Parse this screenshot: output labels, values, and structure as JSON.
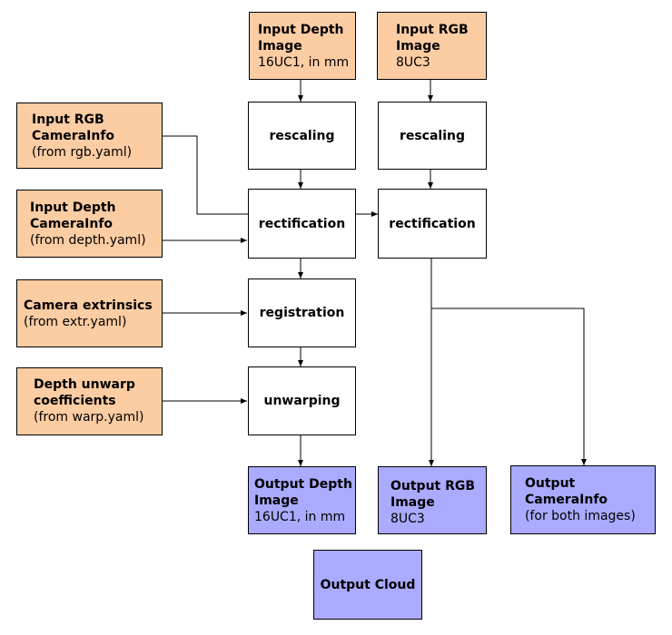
{
  "inputs": {
    "depth_image": {
      "title": "Input Depth\nImage",
      "sub": "16UC1, in mm"
    },
    "rgb_image": {
      "title": "Input RGB\nImage",
      "sub": "8UC3"
    },
    "rgb_camerainfo": {
      "title": "Input RGB\nCameraInfo",
      "sub": "(from rgb.yaml)"
    },
    "depth_camerainfo": {
      "title": "Input Depth\nCameraInfo",
      "sub": "(from depth.yaml)"
    },
    "extrinsics": {
      "title": "Camera extrinsics",
      "sub": "(from extr.yaml)"
    },
    "unwarp": {
      "title": "Depth unwarp\ncoefficients",
      "sub": "(from warp.yaml)"
    }
  },
  "processes": {
    "depth_rescaling": "rescaling",
    "rgb_rescaling": "rescaling",
    "depth_rectification": "rectification",
    "rgb_rectification": "rectification",
    "registration": "registration",
    "unwarping": "unwarping"
  },
  "outputs": {
    "depth_image": {
      "title": "Output Depth\nImage",
      "sub": "16UC1, in mm"
    },
    "rgb_image": {
      "title": "Output RGB\nImage",
      "sub": "8UC3"
    },
    "camerainfo": {
      "title": "Output\nCameraInfo",
      "sub": "(for both images)"
    },
    "cloud": {
      "title": "Output Cloud"
    }
  },
  "colors": {
    "input": "#fccca3",
    "output": "#aaaaff",
    "process": "#ffffff"
  }
}
